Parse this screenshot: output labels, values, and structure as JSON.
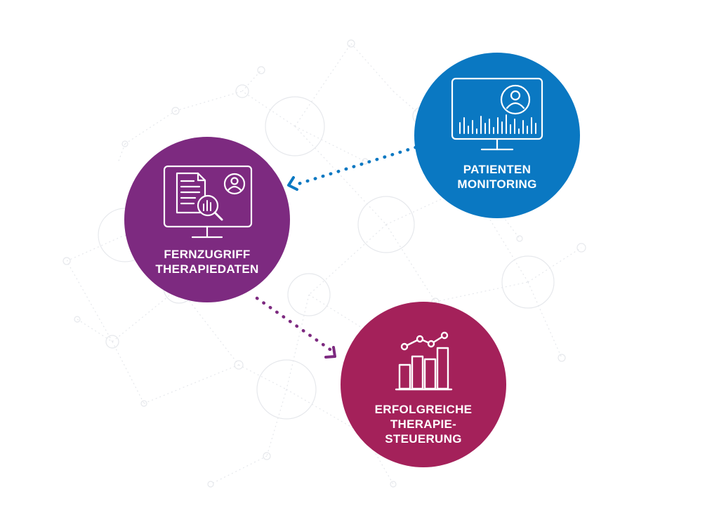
{
  "colors": {
    "patient_monitoring": "#0a78c2",
    "remote_access": "#7d2a80",
    "therapy_control": "#a4215a",
    "network_background": "#e6e8ec",
    "icon_stroke": "#ffffff"
  },
  "nodes": {
    "patient_monitoring": {
      "line1": "PATIENTEN",
      "line2": "MONITORING",
      "icon": "monitor-patient-icon"
    },
    "remote_access": {
      "line1": "FERNZUGRIFF",
      "line2": "THERAPIEDATEN",
      "icon": "monitor-document-search-icon"
    },
    "therapy_control": {
      "line1": "ERFOLGREICHE",
      "line2": "THERAPIE-",
      "line3": "STEUERUNG",
      "icon": "bar-chart-trend-icon"
    }
  },
  "connectors": [
    {
      "from": "patient_monitoring",
      "to": "remote_access",
      "style": "dotted-arrow",
      "color": "#0a78c2"
    },
    {
      "from": "remote_access",
      "to": "therapy_control",
      "style": "dotted-arrow",
      "color": "#7d2a80"
    }
  ]
}
